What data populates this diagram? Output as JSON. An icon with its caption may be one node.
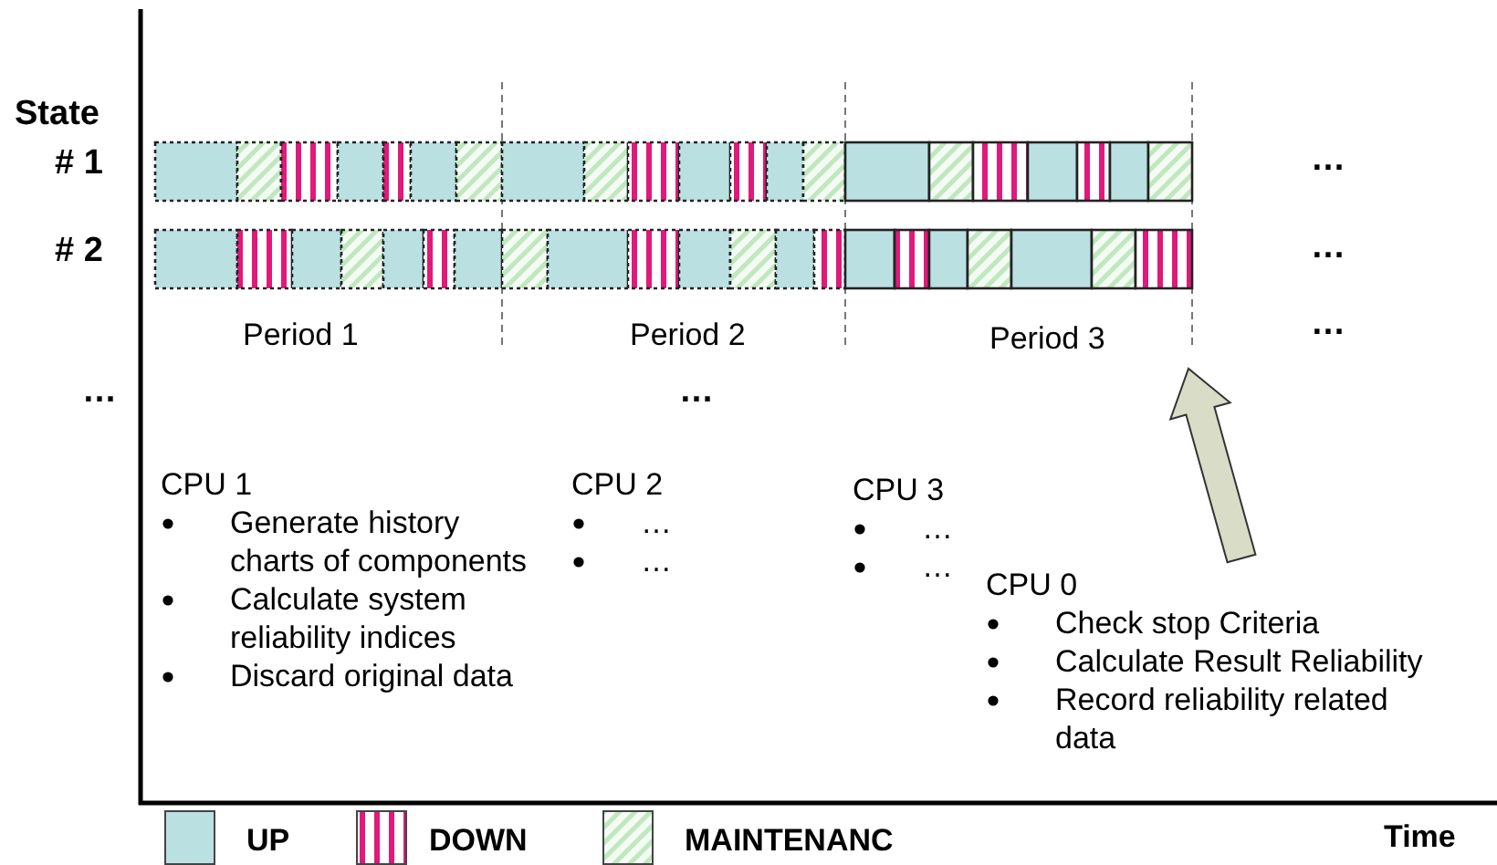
{
  "diagram": {
    "nodes": [
      {
        "text": [
          "CPU 1",
          "Generate history charts of components",
          "Calculate system reliability indices",
          "Discard original data"
        ]
      },
      {
        "text": [
          "CPU 2",
          "…",
          "…"
        ]
      },
      {
        "text": [
          "CPU 3",
          "…",
          "…"
        ]
      },
      {
        "text": [
          "CPU 0",
          "Check stop Criteria",
          "Calculate Result Reliability",
          "Record reliability related data"
        ]
      }
    ],
    "labels": [
      "State",
      "# 1",
      "…",
      "# 2",
      "…",
      "Period 1",
      "Period 2",
      "Period 3",
      "…",
      "…",
      "…",
      "Time"
    ],
    "legend": [
      {
        "text": "UP",
        "color": "#bae0e2"
      },
      {
        "text": "DOWN"
      },
      {
        "text": "MAINTENANC"
      }
    ]
  }
}
